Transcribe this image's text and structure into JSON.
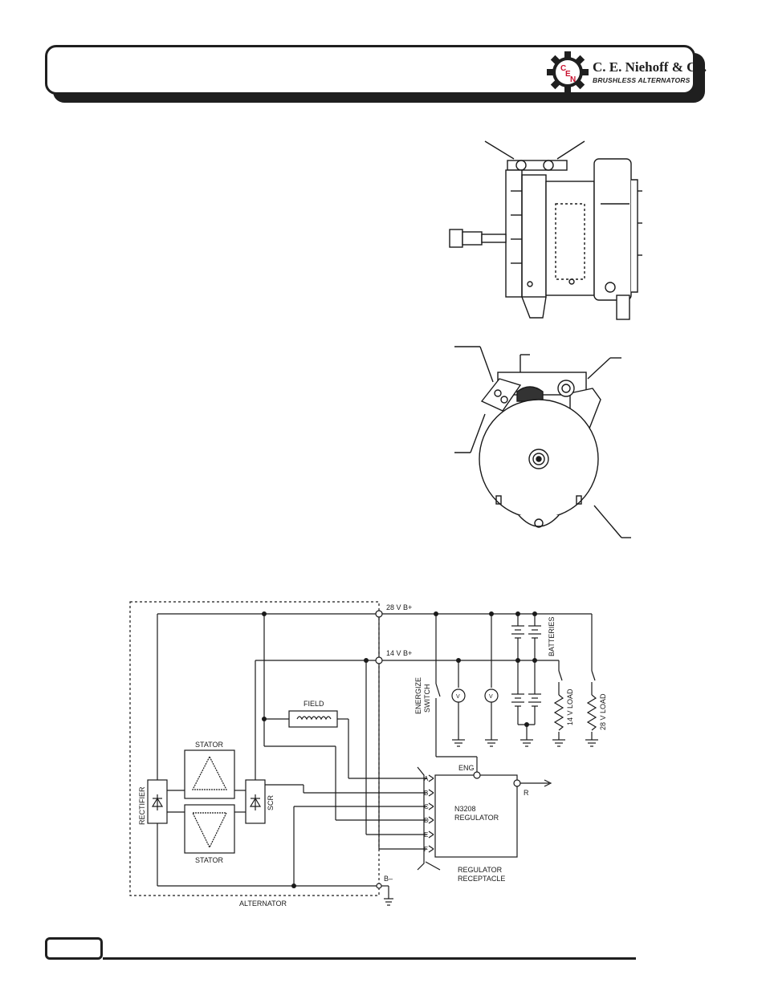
{
  "header": {
    "company_name": "C. E. Niehoff & Co.",
    "tagline": "BRUSHLESS ALTERNATORS",
    "logo_icon": "cen-gear-logo-icon",
    "logo_letters": [
      "C",
      "E",
      "N"
    ],
    "logo_color": "#c8102e"
  },
  "schematic": {
    "labels": {
      "b28": "28 V B+",
      "b14": "14 V B+",
      "field": "FIELD",
      "stator_top": "STATOR",
      "stator_bottom": "STATOR",
      "rectifier": "RECTIFIER",
      "scr": "SCR",
      "alternator": "ALTERNATOR",
      "b_minus": "B–",
      "eng": "ENG",
      "r": "R",
      "regulator_line1": "N3208",
      "regulator_line2": "REGULATOR",
      "receptacle_line1": "REGULATOR",
      "receptacle_line2": "RECEPTACLE",
      "energize_line1": "ENERGIZE",
      "energize_line2": "SWITCH",
      "batteries": "BATTERIES",
      "load14": "14 V LOAD",
      "load28": "28 V LOAD",
      "voltmeter": "V"
    },
    "pins": [
      "A",
      "B",
      "C",
      "D",
      "E",
      "F"
    ]
  }
}
